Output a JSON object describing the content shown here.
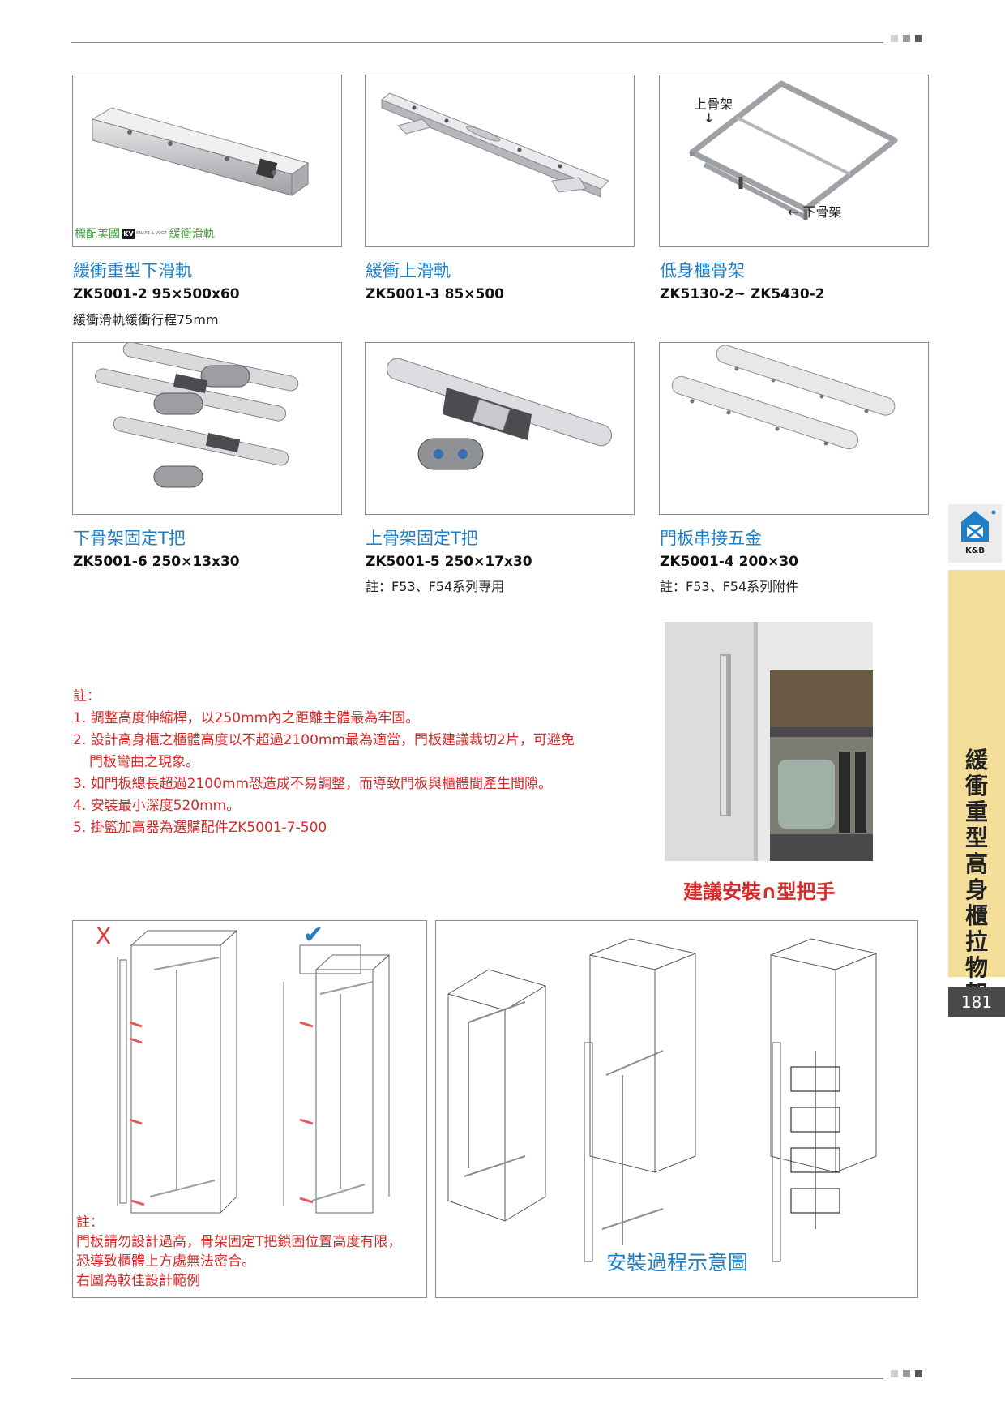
{
  "colors": {
    "accent_blue": "#1f7fc6",
    "note_red": "#d42a2a",
    "tab_yellow": "#f4de9a",
    "dark": "#4a4a4a",
    "std_green": "#3f9a3a"
  },
  "product1": {
    "badge": {
      "prefix": "標配美國",
      "logo": "KV",
      "logo_small": "KNAPE & VOGT",
      "suffix": "緩衝滑軌"
    },
    "name": "緩衝重型下滑軌",
    "code": "ZK5001-2   95×500x60",
    "note": "緩衝滑軌緩衝行程75mm"
  },
  "product2": {
    "name": "緩衝上滑軌",
    "code": "ZK5001-3   85×500"
  },
  "product3": {
    "callout_upper": "上骨架",
    "callout_upper_arrow": "↓",
    "callout_lower": "← 下骨架",
    "name": "低身櫃骨架",
    "code": "ZK5130-2~ ZK5430-2"
  },
  "product4": {
    "name": "下骨架固定T把",
    "code": "ZK5001-6   250×13x30"
  },
  "product5": {
    "name": "上骨架固定T把",
    "code": "ZK5001-5   250×17x30",
    "note": "註：F53、F54系列專用"
  },
  "product6": {
    "name": "門板串接五金",
    "code": "ZK5001-4   200×30",
    "note": "註：F53、F54系列附件"
  },
  "notes": {
    "title": "註：",
    "items": [
      "1. 調整高度伸縮桿，以250mm內之距離主體最為牢固。",
      "2. 設計高身櫃之櫃體高度以不超過2100mm最為適當，門板建議裁切2片，可避免門板彎曲之現象。",
      "3. 如門板總長超過2100mm恐造成不易調整，而導致門板與櫃體間產生間隙。",
      "4. 安裝最小深度520mm。",
      "5. 掛籃加高器為選購配件ZK5001-7-500"
    ]
  },
  "handle_caption": "建議安裝∩型把手",
  "diagram_left": {
    "bad_mark": "X",
    "good_mark": "✔",
    "note_lines": [
      "註：",
      "門板請勿設計過高，骨架固定T把鎖固位置高度有限，",
      "恐導致櫃體上方處無法密合。",
      "右圖為較佳設計範例"
    ]
  },
  "install_caption": "安裝過程示意圖",
  "brand_logo_text": "K&B",
  "side_tab_text": "緩衝重型高身櫃拉物架",
  "page_number": "181"
}
